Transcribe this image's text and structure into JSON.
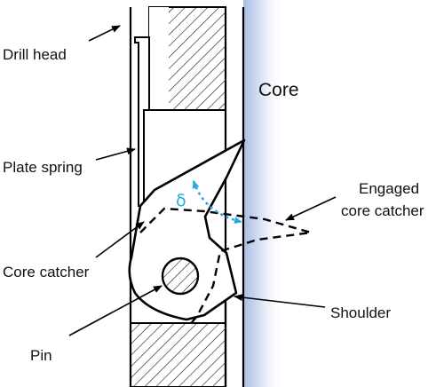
{
  "labels": {
    "drill_head": "Drill head",
    "core": "Core",
    "plate_spring": "Plate spring",
    "engaged_line1": "Engaged",
    "engaged_line2": "core catcher",
    "core_catcher": "Core catcher",
    "shoulder": "Shoulder",
    "pin": "Pin",
    "delta": "δ"
  },
  "colors": {
    "line": "#000000",
    "angle_indicator": "#29a9e0",
    "core_fill_edge": "#aabce4"
  }
}
